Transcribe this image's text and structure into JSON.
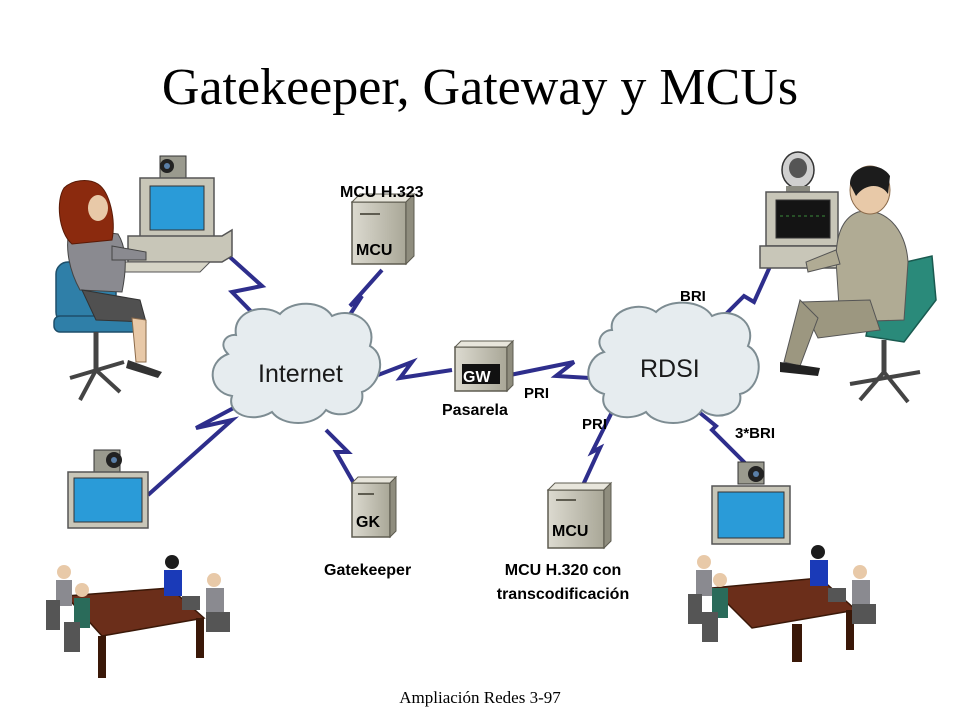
{
  "title": "Gatekeeper, Gateway y MCUs",
  "clouds": {
    "internet": "Internet",
    "isdn": "RDSI"
  },
  "devices": {
    "mcu_top_box": "MCU",
    "mcu_top_label": "MCU H.323",
    "gw_box": "GW",
    "gw_label": "Pasarela",
    "gk_box": "GK",
    "gk_label": "Gatekeeper",
    "mcu_bottom_box": "MCU",
    "mcu_bottom_label_line1": "MCU H.320 con",
    "mcu_bottom_label_line2": "transcodificación"
  },
  "links": {
    "bri": "BRI",
    "pri_gw": "PRI",
    "pri_mcu": "PRI",
    "bri3": "3*BRI"
  },
  "footer": "Ampliación Redes 3-97",
  "colors": {
    "link": "#2e2e8c",
    "cloud": "#e6ecef",
    "device": "#c8c6b8",
    "screen": "#2a9bd8"
  }
}
